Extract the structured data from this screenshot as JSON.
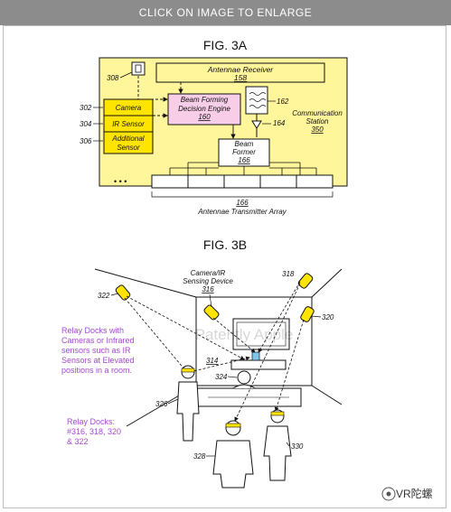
{
  "banner": "CLICK ON IMAGE TO ENLARGE",
  "fig3a": {
    "title": "FIG. 3A",
    "antenna_receiver": "Antennae Receiver",
    "antenna_receiver_num": "158",
    "bfde_line1": "Beam Forming",
    "bfde_line2": "Decision Engine",
    "bfde_num": "160",
    "camera": "Camera",
    "ir_sensor": "IR Sensor",
    "additional_line1": "Additional",
    "additional_line2": "Sensor",
    "beam_former_line1": "Beam",
    "beam_former_line2": "Former",
    "beam_former_num": "166",
    "comm_line1": "Communication",
    "comm_line2": "Station",
    "comm_num": "350",
    "ref_308": "308",
    "ref_302": "302",
    "ref_304": "304",
    "ref_306": "306",
    "ref_162": "162",
    "ref_164": "164",
    "array_num": "166",
    "array_label": "Antennae Transmitter Array",
    "dots": "• • •"
  },
  "fig3b": {
    "title": "FIG. 3B",
    "device_line1": "Camera/IR",
    "device_line2": "Sensing Device",
    "device_num": "316",
    "ref_318": "318",
    "ref_320": "320",
    "ref_322": "322",
    "ref_314": "314",
    "ref_324": "324",
    "ref_326": "326",
    "ref_328": "328",
    "ref_330": "330",
    "note1_lines": [
      "Relay Docks with",
      "Cameras or Infrared",
      "sensors such as IR",
      "Sensors at Elevated",
      "positions in a room."
    ],
    "note2_lines": [
      "Relay Docks:",
      "#316, 318, 320",
      "& 322"
    ],
    "watermark": "Patently Apple"
  },
  "corner_watermark": "VR陀螺",
  "colors": {
    "yellow": "#fff59a",
    "pink": "#f7cde8",
    "gold": "#ffe400",
    "purple": "#a64ad0"
  }
}
